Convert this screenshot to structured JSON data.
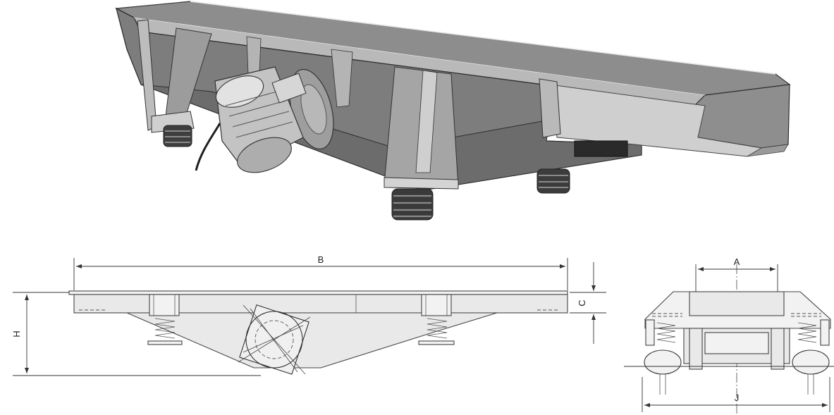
{
  "diagram": {
    "labels": {
      "A": "A",
      "B": "B",
      "C": "C",
      "H": "H",
      "J": "J"
    }
  }
}
